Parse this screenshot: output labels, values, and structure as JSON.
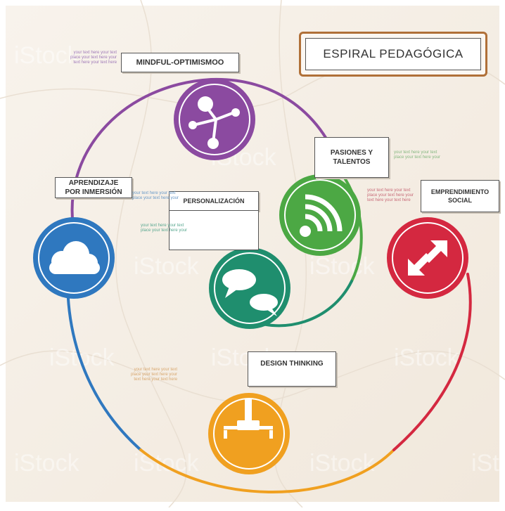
{
  "title": "ESPIRAL PEDAGÓGICA",
  "colors": {
    "background": "#f6f0e8",
    "purple": "#8b4aa0",
    "blue": "#2f78bf",
    "green": "#4ca844",
    "teal": "#1f8e6e",
    "red": "#d42840",
    "orange": "#f0a020",
    "title_border": "#b07038"
  },
  "nodes": [
    {
      "id": "mindful",
      "label_lines": [
        "MINDFUL-OPTIMISMOO"
      ],
      "icon": "share-icon",
      "color": "#8b4aa0"
    },
    {
      "id": "aprendizaje",
      "label_lines": [
        "APRENDIZAJE",
        "POR INMERSIÓN"
      ],
      "icon": "cloud-icon",
      "color": "#2f78bf"
    },
    {
      "id": "pasiones",
      "label_lines": [
        "PASIONES Y",
        "TALENTOS"
      ],
      "icon": "wifi-icon",
      "color": "#4ca844"
    },
    {
      "id": "personalizacion",
      "label_lines": [
        "PERSONALIZACIÓN"
      ],
      "icon": "chat-bubbles-icon",
      "color": "#1f8e6e"
    },
    {
      "id": "emprendimiento",
      "label_lines": [
        "EMPRENDIMIENTO",
        "SOCIAL"
      ],
      "icon": "expand-arrows-icon",
      "color": "#d42840"
    },
    {
      "id": "design",
      "label_lines": [
        "DESIGN THINKING"
      ],
      "icon": "network-connector-icon",
      "color": "#f0a020"
    }
  ],
  "placeholder_lines": [
    "your text here your text",
    "place your text here your",
    "text here your text here"
  ],
  "watermark": "iStock"
}
